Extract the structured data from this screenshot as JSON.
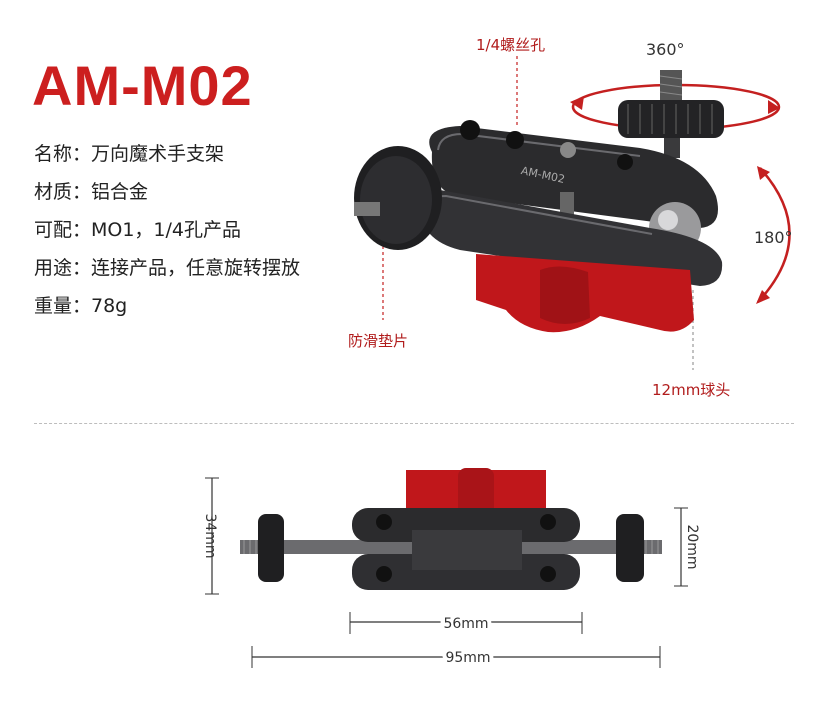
{
  "product": {
    "model": "AM-M02",
    "specs": [
      "名称：万向魔术手支架",
      "材质：铝合金",
      "可配：MO1，1/4孔产品",
      "用途：连接产品，任意旋转摆放",
      "重量：78g"
    ],
    "engraving": "AM-M02"
  },
  "callouts": {
    "screw_hole": "1/4螺丝孔",
    "rotate_360": "360°",
    "rotate_180": "180°",
    "anti_slip": "防滑垫片",
    "ball_head": "12mm球头"
  },
  "dimensions": {
    "height_left": "34mm",
    "height_right": "20mm",
    "inner_width": "56mm",
    "total_width": "95mm"
  },
  "colors": {
    "accent": "#cc1f1f",
    "metal": "#2b2b2d",
    "knob_red": "#c0171b"
  }
}
